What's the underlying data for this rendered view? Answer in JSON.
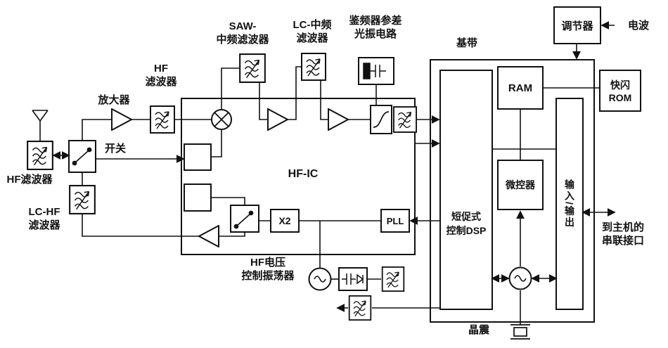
{
  "colors": {
    "ink": "#111111",
    "paper": "#ffffff"
  },
  "labels": {
    "saw_if_filter": "SAW-\n中频滤波器",
    "lc_if_filter": "LC-中频\n滤波器",
    "discriminator_circuit": "鉴频器参差\n光振电路",
    "baseband": "基带",
    "regulator": "调节器",
    "radio_wave": "电波",
    "flash_rom": "快闪\nROM",
    "hf_filter_top": "HF\n滤波器",
    "amplifier": "放大器",
    "switch": "开关",
    "hf_filter_left": "HF滤波器",
    "lc_hf_filter": "LC-HF\n滤波器",
    "hf_ic": "HF-IC",
    "x2": "X2",
    "pll": "PLL",
    "hf_vco": "HF电压\n控制振荡器",
    "dsp": "短促式\n控制DSP",
    "ram": "RAM",
    "microcontroller": "微控器",
    "io": "输入/输出",
    "serial_interface": "到主机的\n串联接口",
    "crystal": "晶震"
  },
  "icons": {
    "antenna-icon": "mast with V top",
    "filter-icon": "box with three sine waves and diagonal arrow",
    "mixer-icon": "circle with X",
    "amplifier-icon": "triangle",
    "oscillator-icon": "circle with sine wave",
    "switch-icon": "pivoting contact between dots",
    "crystal-icon": "plates around rectangle",
    "arrowhead-icon": "solid triangle"
  }
}
